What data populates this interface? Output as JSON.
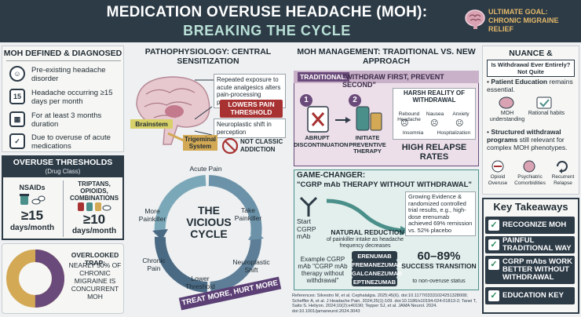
{
  "header": {
    "title": "MEDICATION OVERUSE HEADACHE (MOH):",
    "subtitle": "BREAKING THE CYCLE",
    "goal": "ULTIMATE GOAL: CHRONIC MIGRAINE RELIEF"
  },
  "defined": {
    "title": "MOH DEFINED & DIAGNOSED",
    "items": [
      {
        "icon": "head",
        "text": "Pre-existing headache disorder"
      },
      {
        "icon": "15",
        "text": "Headache occurring ≥15 days per month"
      },
      {
        "icon": "cal",
        "text": "For at least 3 months duration"
      },
      {
        "icon": "check",
        "text": "Due to overuse of acute medications"
      }
    ]
  },
  "thresholds": {
    "title": "OVERUSE THRESHOLDS",
    "subtitle": "(Drug Class)",
    "left_label": "NSAIDs",
    "left_value": "≥15",
    "left_unit": "days/month",
    "right_label": "TRIPTANS, OPIOIDS, COMBINATIONS",
    "right_value": "≥10",
    "right_unit": "days/month"
  },
  "overlooked": {
    "title": "OVERLOOKED TRAP:",
    "text": "NEARLY 50% OF CHRONIC MIGRAINE IS CONCURRENT MOH",
    "fraction": 0.5
  },
  "patho": {
    "title": "PATHOPHYSIOLOGY: CENTRAL SENSITIZATION",
    "note1": "Repeated exposure to acute analgesics alters pain-processing pathways",
    "note2": "LOWERS PAIN THRESHOLD",
    "note3": "Neuroplastic shift in perception",
    "brainstem": "Brainstem",
    "trigeminal": "Trigeminal System",
    "not_addiction": "NOT CLASSIC ADDICTION"
  },
  "cycle": {
    "title_line1": "THE",
    "title_line2": "VICIOUS",
    "title_line3": "CYCLE",
    "nodes": [
      "Acute Pain",
      "Take Painkiller",
      "Neuroplastic Shift",
      "Lower Threshold",
      "Chronic Pain",
      "More Painkiller"
    ],
    "banner": "TREAT MORE, HURT MORE"
  },
  "management": {
    "title": "MOH MANAGEMENT: TRADITIONAL VS. NEW APPROACH",
    "traditional_label": "TRADITIONAL:",
    "traditional_quote": "\"WITHDRAW FIRST, PREVENT SECOND\"",
    "step1": "ABRUPT DISCONTINUATION",
    "step2": "INITIATE PREVENTIVE THERAPY",
    "harsh_title": "HARSH REALITY OF WITHDRAWAL",
    "harsh_items": [
      "Rebound Headache",
      "Nausea",
      "Anxiety",
      "Insomnia",
      "Hospitalization"
    ],
    "relapse": "HIGH RELAPSE RATES"
  },
  "gamechanger": {
    "title": "GAME-CHANGER:",
    "subtitle": "\"CGRP mAb THERAPY WITHOUT WITHDRAWAL\"",
    "start": "Start CGRP mAb",
    "evidence": "Growing Evidence & randomized controlled trial results, e.g., high-dose erenumab achieved 69% remission vs. 52% placebo",
    "reduction_title": "NATURAL REDUCTION",
    "reduction_text": "of painkiller intake as headache frequency decreases",
    "example": "Example CGRP mAb \"CGRP mAb therapy without withdrawal\"",
    "drugs": [
      "ERENUMAB",
      "FREMANEZUMAB",
      "GALCANEZUMAB",
      "EPTINEZUMAB"
    ],
    "success_value": "60–89%",
    "success_label": "SUCCESS TRANSITION",
    "success_text": "to non-overuse status"
  },
  "references": "References: Silvestro M, et al. Cephalalgia. 2025;45(6). doi:10.1177/03331024251328008; Scheffler A, et al. J Headache Pain. 2024;25(1):109. doi:10.1186/s10194-024-01813-2; Tanei T, Saito S. Heliyon. 2024;10(2):e40190; Tepper SJ, et al. JAMA Neurol. 2024. doi:10.1001/jamaneurol.2024.3043",
  "nuance": {
    "title": "NUANCE & ESSENTIALS",
    "question": "Is Withdrawal Ever Entirely? Not Quite",
    "bullet1_bold": "Patient Education",
    "bullet1_rest": "remains essential.",
    "icons1": [
      "MOH understanding",
      "Rational habits"
    ],
    "bullet2_bold": "Structured withdrawal programs",
    "bullet2_rest": "still relevant for complex MOH phenotypes.",
    "icons2": [
      "Opioid Overuse",
      "Psychiatric Comorbidities",
      "Recurrent Relapse"
    ]
  },
  "takeaways": {
    "title": "Key Takeaways",
    "items": [
      "RECOGNIZE MOH",
      "PAINFUL TRADITIONAL WAY",
      "CGRP mAbs WORK BETTER WITHOUT WITHDRAWAL",
      "EDUCATION KEY"
    ]
  },
  "colors": {
    "navy": "#2d3b47",
    "teal": "#4a8f8a",
    "purple": "#6a4a7a",
    "gold": "#d3a955",
    "red": "#a83232"
  }
}
